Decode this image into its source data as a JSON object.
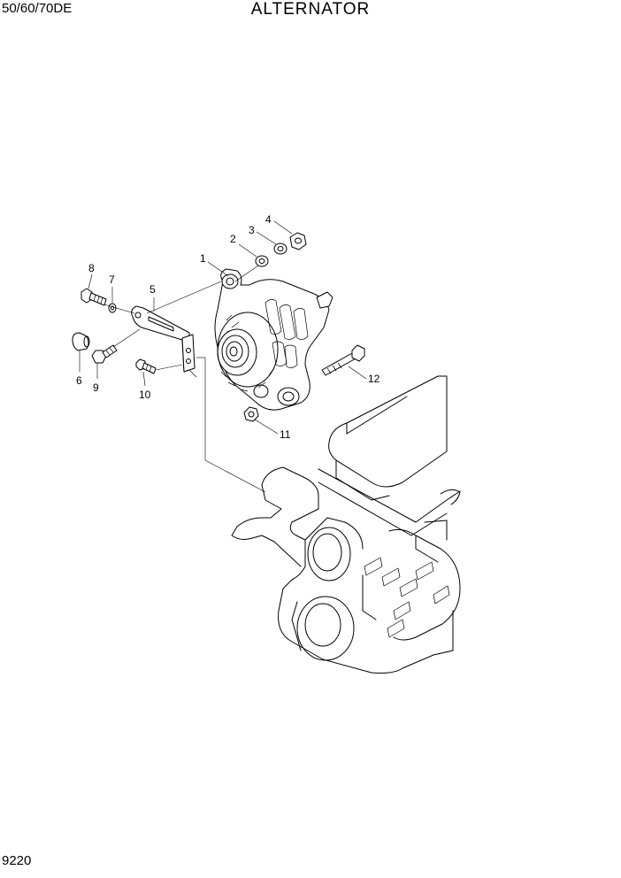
{
  "header": {
    "model": "50/60/70DE",
    "title": "ALTERNATOR"
  },
  "footer": {
    "page_number": "9220"
  },
  "callouts": [
    {
      "id": "1",
      "label": "1"
    },
    {
      "id": "2",
      "label": "2"
    },
    {
      "id": "3",
      "label": "3"
    },
    {
      "id": "4",
      "label": "4"
    },
    {
      "id": "5",
      "label": "5"
    },
    {
      "id": "6",
      "label": "6"
    },
    {
      "id": "7",
      "label": "7"
    },
    {
      "id": "8",
      "label": "8"
    },
    {
      "id": "9",
      "label": "9"
    },
    {
      "id": "10",
      "label": "10"
    },
    {
      "id": "11",
      "label": "11"
    },
    {
      "id": "12",
      "label": "12"
    }
  ]
}
